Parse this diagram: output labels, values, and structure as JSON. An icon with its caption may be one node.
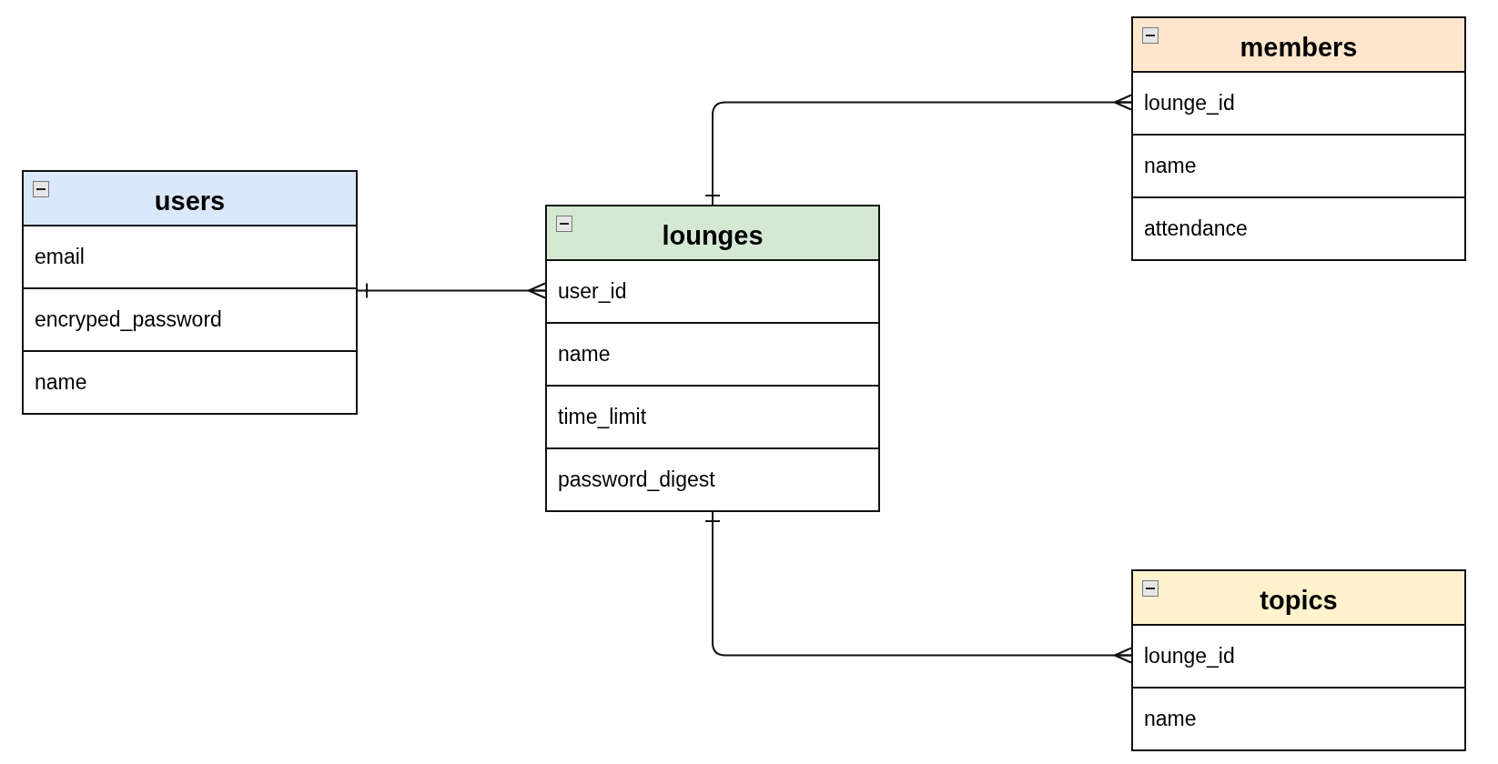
{
  "diagram": {
    "nodes": [
      {
        "text": [
          "users"
        ]
      },
      {
        "text": [
          "email"
        ],
        "in": 0
      },
      {
        "text": [
          "encryped_password"
        ],
        "in": 0
      },
      {
        "text": [
          "name"
        ],
        "in": 0
      },
      {
        "text": [
          "lounges"
        ]
      },
      {
        "text": [
          "user_id"
        ],
        "in": 4
      },
      {
        "text": [
          "name"
        ],
        "in": 4
      },
      {
        "text": [
          "time_limit"
        ],
        "in": 4
      },
      {
        "text": [
          "password_digest"
        ],
        "in": 4
      },
      {
        "text": [
          "members"
        ]
      },
      {
        "text": [
          "lounge_id"
        ],
        "in": 9
      },
      {
        "text": [
          "name"
        ],
        "in": 9
      },
      {
        "text": [
          "attendance"
        ],
        "in": 9
      },
      {
        "text": [
          "topics"
        ]
      },
      {
        "text": [
          "lounge_id"
        ],
        "in": 13
      },
      {
        "text": [
          "name"
        ],
        "in": 13
      }
    ],
    "edges": [
      {
        "from": 0,
        "to": 5,
        "arrow": "other"
      },
      {
        "from": 4,
        "to": 10,
        "arrow": "other"
      },
      {
        "from": 4,
        "to": 14,
        "arrow": "other"
      }
    ]
  }
}
